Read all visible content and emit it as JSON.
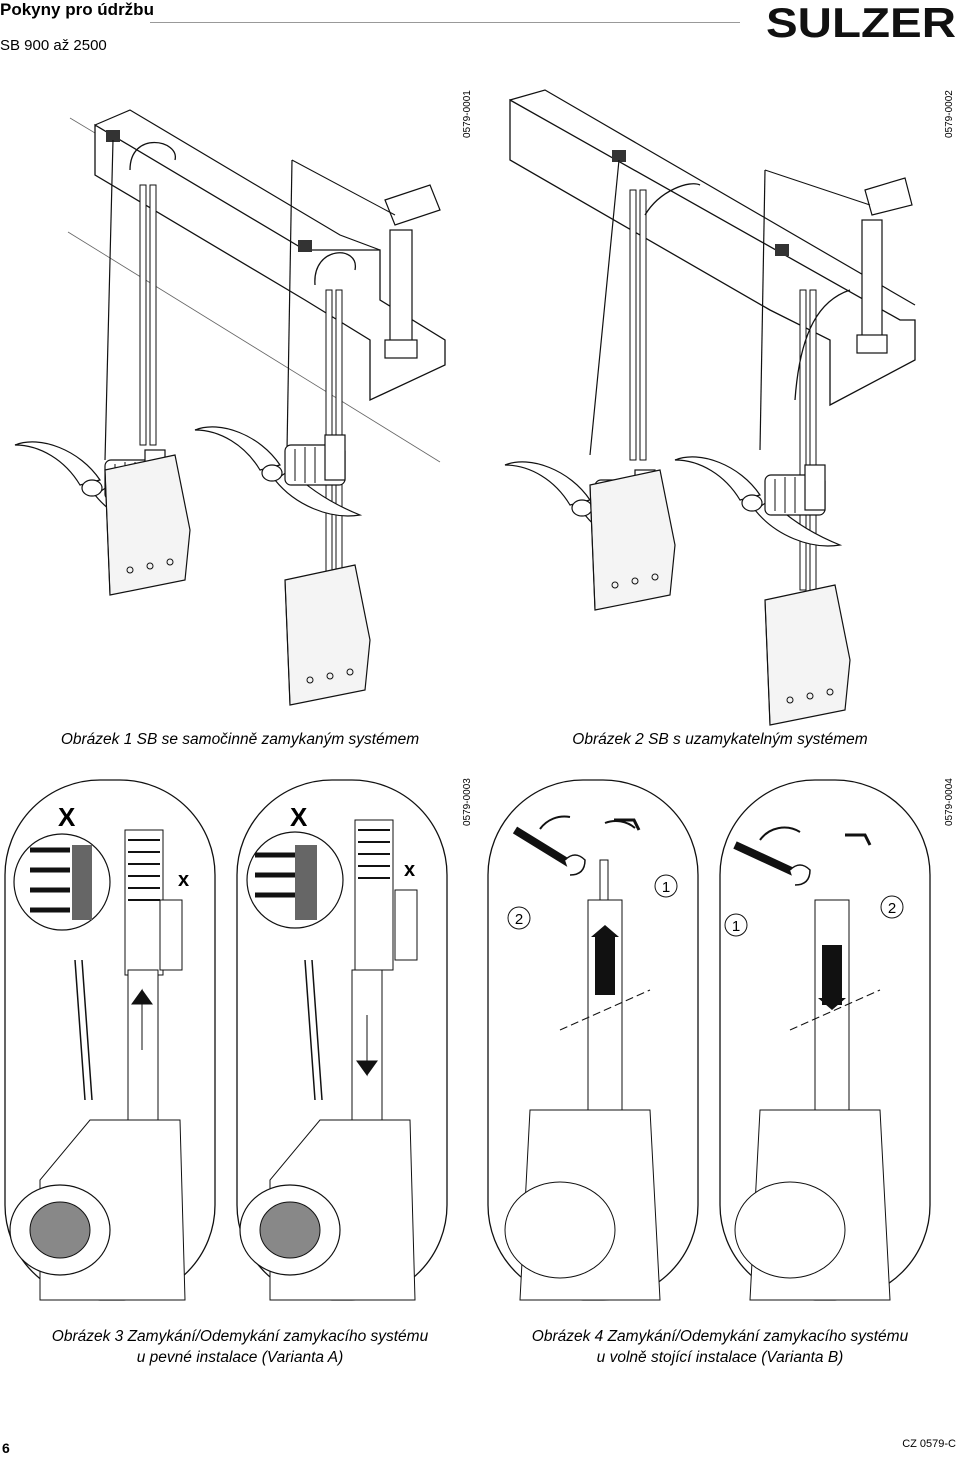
{
  "header": {
    "title": "Pokyny pro údržbu",
    "subtitle": "SB 900 až 2500"
  },
  "logo": {
    "text": "SULZER"
  },
  "figure_codes": {
    "fig1": "0579-0001",
    "fig2": "0579-0002",
    "fig3": "0579-0003",
    "fig4": "0579-0004"
  },
  "captions": {
    "fig1": "Obrázek 1 SB se samočinně zamykaným systémem",
    "fig2": "Obrázek 2 SB s uzamykatelným systémem",
    "fig3_line1": "Obrázek 3 Zamykání/Odemykání zamykacího systému",
    "fig3_line2": "u pevné instalace (Varianta A)",
    "fig4_line1": "Obrázek 4 Zamykání/Odemykání zamykacího systému",
    "fig4_line2": "u volně stojící instalace (Varianta B)"
  },
  "labels": {
    "x": "X",
    "x_small": "x",
    "step1": "1",
    "step2": "2"
  },
  "footer": {
    "page_number": "6",
    "doc_code": "CZ 0579-C"
  }
}
